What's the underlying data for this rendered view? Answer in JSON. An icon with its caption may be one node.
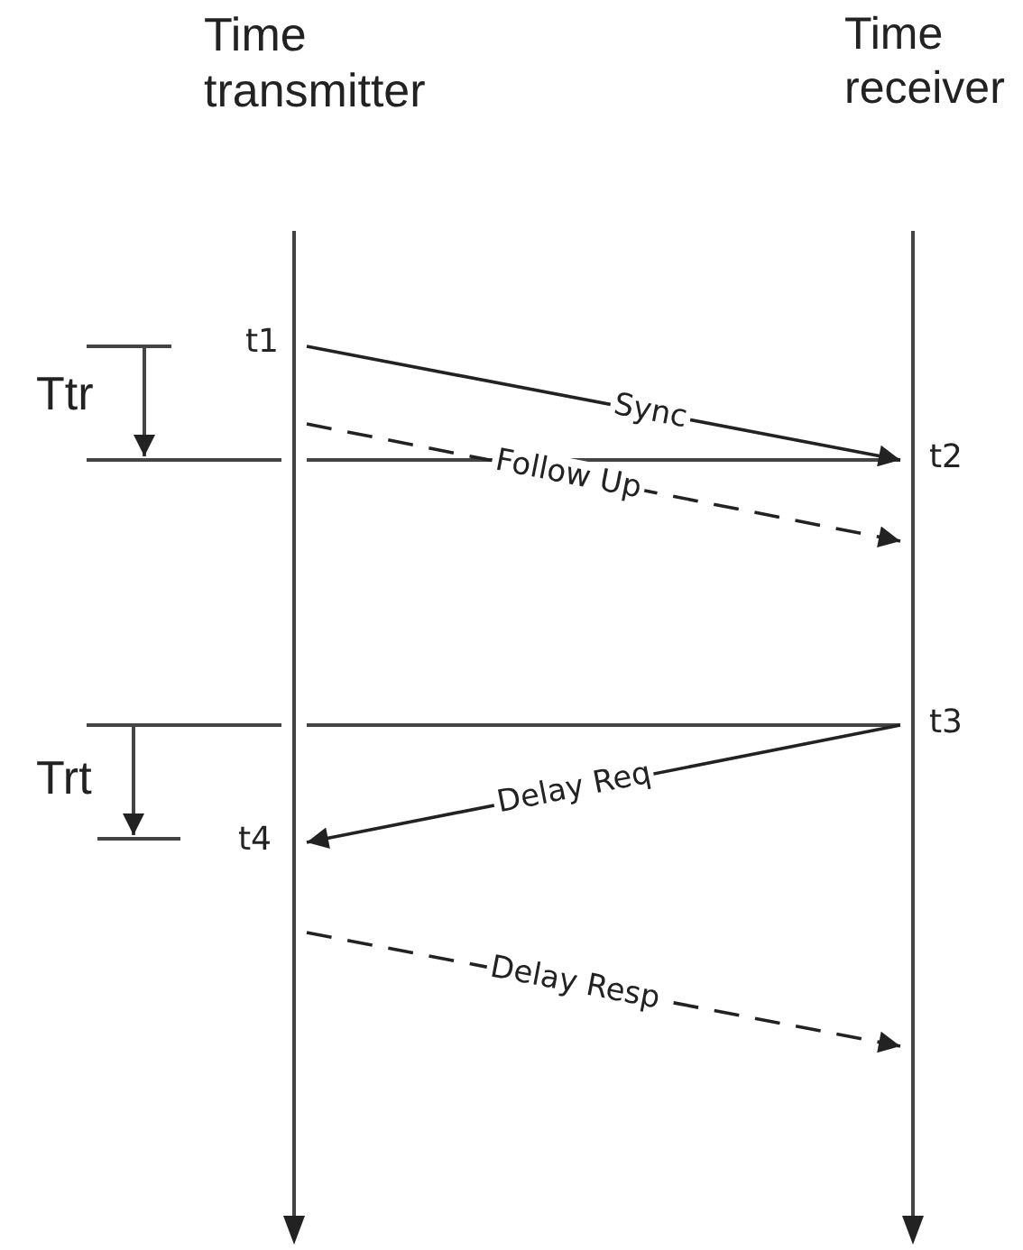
{
  "diagram": {
    "nodes": [
      {
        "text": [],
        "shape": "bar"
      },
      {
        "text": [],
        "shape": "bar"
      }
    ],
    "edges": [
      {
        "from": 0,
        "to": 1,
        "arrow": "to",
        "label": "Sync"
      },
      {
        "from": 0,
        "to": 1,
        "arrow": "to",
        "label": "Follow Up",
        "style": "dashed"
      },
      {
        "from": 1,
        "to": 0,
        "arrow": "to",
        "label": "Delay Req"
      },
      {
        "from": 0,
        "to": 1,
        "arrow": "to",
        "label": "Delay Resp",
        "style": "dashed"
      }
    ],
    "labels": [
      "Time transmitter",
      "Time receiver",
      "t1",
      "Ttr",
      "t2",
      "t3",
      "Trt",
      "t4"
    ]
  }
}
